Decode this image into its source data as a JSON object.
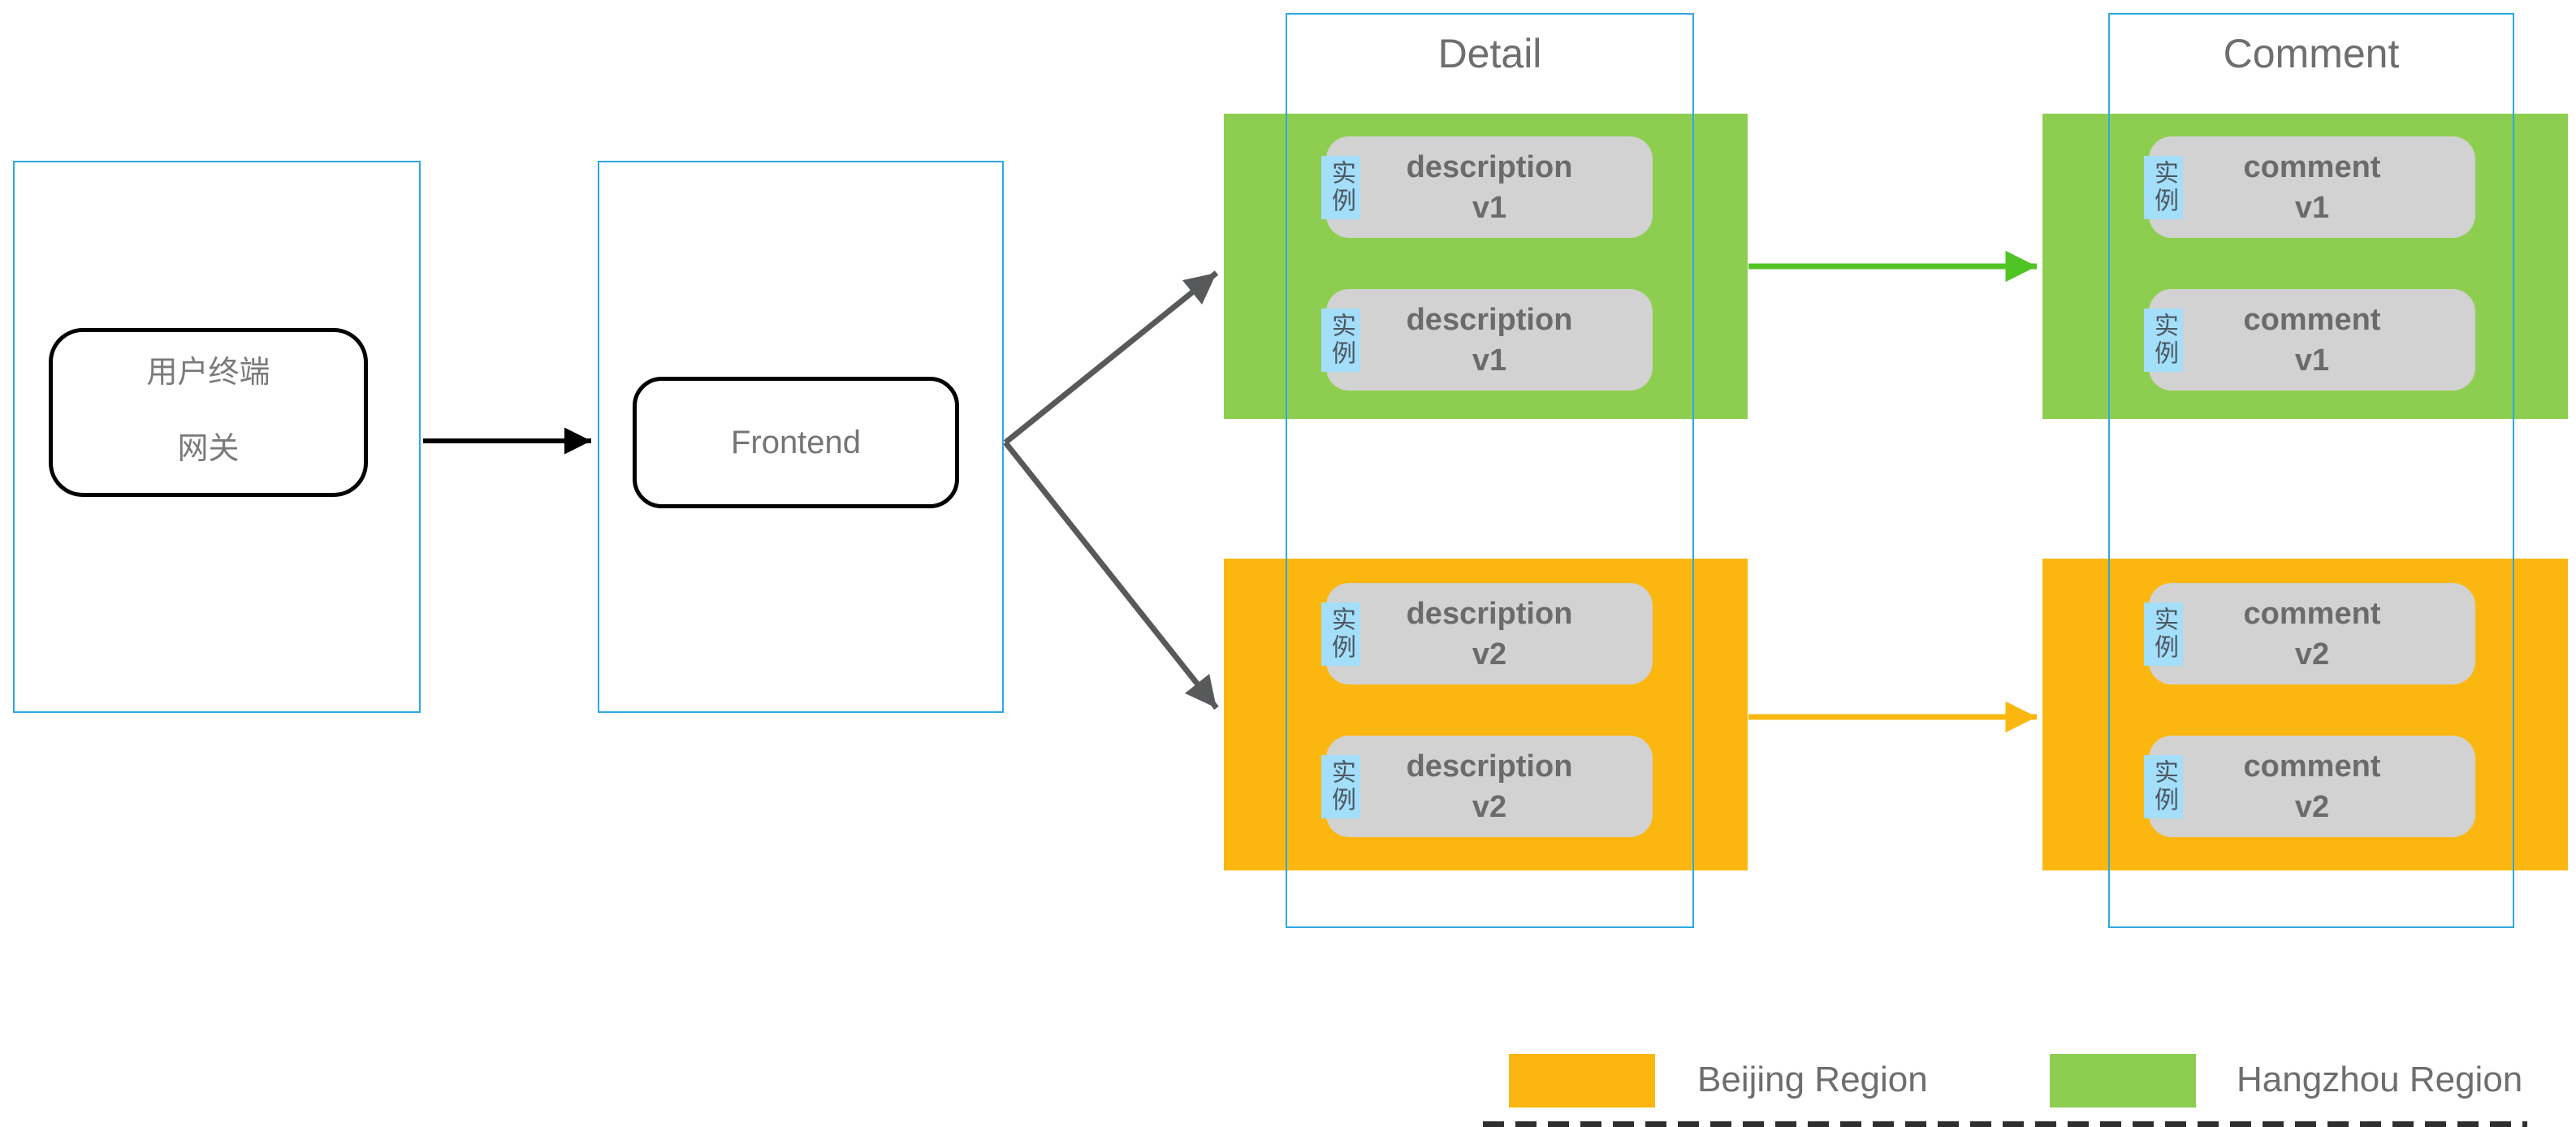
{
  "diagram": {
    "terminal": {
      "line1": "用户终端",
      "line2": "网关"
    },
    "frontend_label": "Frontend",
    "detail_title": "Detail",
    "comment_title": "Comment",
    "instance_badge": "实例",
    "detail": {
      "hangzhou": [
        {
          "name": "description",
          "version": "v1"
        },
        {
          "name": "description",
          "version": "v1"
        }
      ],
      "beijing": [
        {
          "name": "description",
          "version": "v2"
        },
        {
          "name": "description",
          "version": "v2"
        }
      ]
    },
    "comment": {
      "hangzhou": [
        {
          "name": "comment",
          "version": "v1"
        },
        {
          "name": "comment",
          "version": "v1"
        }
      ],
      "beijing": [
        {
          "name": "comment",
          "version": "v2"
        },
        {
          "name": "comment",
          "version": "v2"
        }
      ]
    },
    "legend": {
      "beijing_label": "Beijing Region",
      "hangzhou_label": "Hangzhou Region"
    },
    "colors": {
      "beijing_orange": "#FBB70F",
      "hangzhou_green": "#8DCE50",
      "arrow_green": "#4FC425",
      "column_border_blue": "#2FA8E4",
      "badge_blue": "#A3DEFA",
      "instance_gray": "#D2D2D2",
      "text_gray": "#6E6E6E",
      "arrow_dark": "#58595B",
      "black": "#000000"
    }
  }
}
